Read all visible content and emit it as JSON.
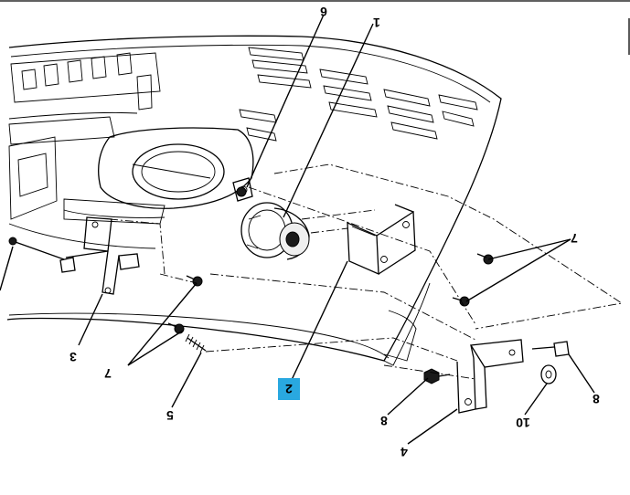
{
  "callouts": [
    {
      "label": "1",
      "highlighted": false
    },
    {
      "label": "2",
      "highlighted": true
    },
    {
      "label": "3",
      "highlighted": false
    },
    {
      "label": "4",
      "highlighted": false
    },
    {
      "label": "5",
      "highlighted": false
    },
    {
      "label": "6",
      "highlighted": false
    },
    {
      "label": "7",
      "highlighted": false
    },
    {
      "label": "7",
      "highlighted": false
    },
    {
      "label": "8",
      "highlighted": false
    },
    {
      "label": "8",
      "highlighted": false
    },
    {
      "label": "10",
      "highlighted": false
    }
  ],
  "colors": {
    "highlight": "#29a8e0",
    "ink": "#000000",
    "background": "#ffffff"
  }
}
